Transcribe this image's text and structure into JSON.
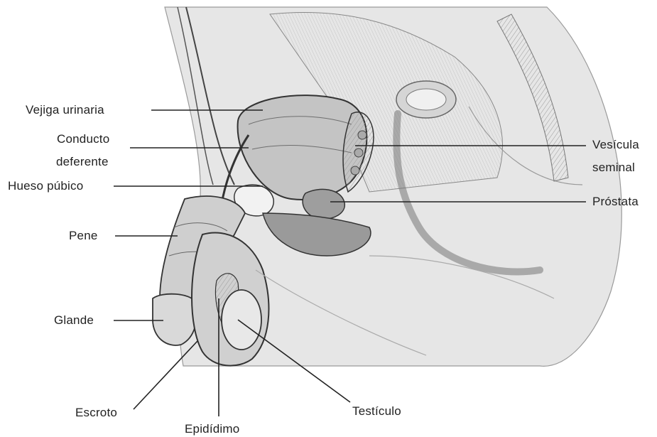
{
  "diagram": {
    "labels": {
      "vejiga": "Vejiga urinaria",
      "conducto_1": "Conducto",
      "conducto_2": "deferente",
      "hueso": "Hueso púbico",
      "pene": "Pene",
      "glande": "Glande",
      "escroto": "Escroto",
      "epididimo": "Epidídimo",
      "testiculo": "Testículo",
      "vesicula_1": "Vesícula",
      "vesicula_2": "seminal",
      "prostata": "Próstata"
    },
    "colors": {
      "ink": "#222222",
      "tissue_light": "#d9d9d9",
      "tissue_mid": "#b3b3b3",
      "tissue_dark": "#7a7a7a",
      "background": "#ffffff"
    }
  }
}
